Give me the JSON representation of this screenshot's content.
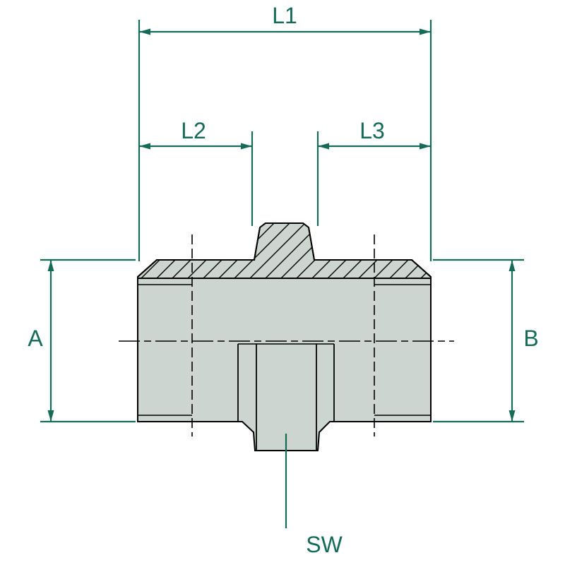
{
  "diagram": {
    "type": "technical-dimension-drawing",
    "subject": "hex-nipple-fitting",
    "labels": {
      "l1": "L1",
      "l2": "L2",
      "l3": "L3",
      "a": "A",
      "b": "B",
      "sw": "SW"
    },
    "colors": {
      "dimension": "#156b58",
      "body_fill": "#ccd5cf",
      "outline": "#000000",
      "background": "#ffffff"
    }
  }
}
